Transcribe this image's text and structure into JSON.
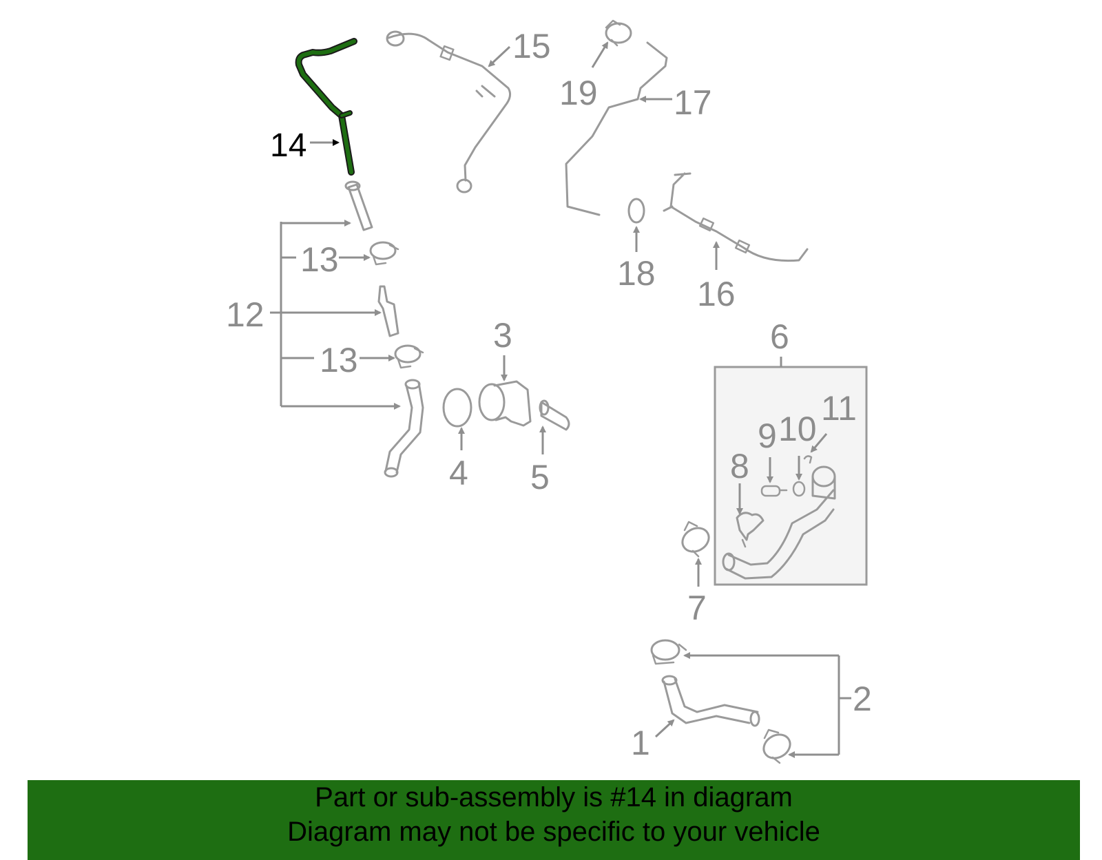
{
  "diagram": {
    "highlight_color": "#1e6e12",
    "part_color": "#9a9a9a",
    "highlighted_part": "14",
    "callouts": {
      "c1": "1",
      "c2": "2",
      "c3": "3",
      "c4": "4",
      "c5": "5",
      "c6": "6",
      "c7": "7",
      "c8": "8",
      "c9": "9",
      "c10": "10",
      "c11": "11",
      "c12": "12",
      "c13a": "13",
      "c13b": "13",
      "c14": "14",
      "c15": "15",
      "c16": "16",
      "c17": "17",
      "c18": "18",
      "c19": "19"
    }
  },
  "banner": {
    "line1": "Part or sub-assembly is #14 in diagram",
    "line2": "Diagram may not be specific to your vehicle",
    "background": "#1e6e12"
  }
}
